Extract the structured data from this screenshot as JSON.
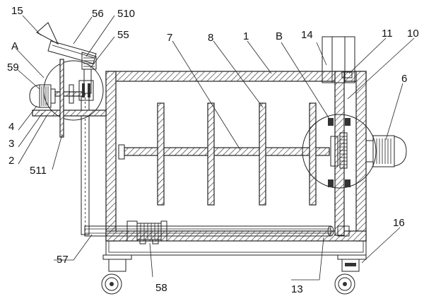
{
  "diagram": {
    "labels": {
      "l15": "15",
      "l56": "56",
      "l510": "510",
      "l55": "55",
      "lA": "A",
      "l59": "59",
      "l4": "4",
      "l3": "3",
      "l2": "2",
      "l511": "511",
      "l7": "7",
      "l8": "8",
      "l1": "1",
      "lB": "B",
      "l14": "14",
      "l11": "11",
      "l10": "10",
      "l6": "6",
      "l16": "16",
      "l57": "57",
      "l58": "58",
      "l13": "13"
    }
  }
}
